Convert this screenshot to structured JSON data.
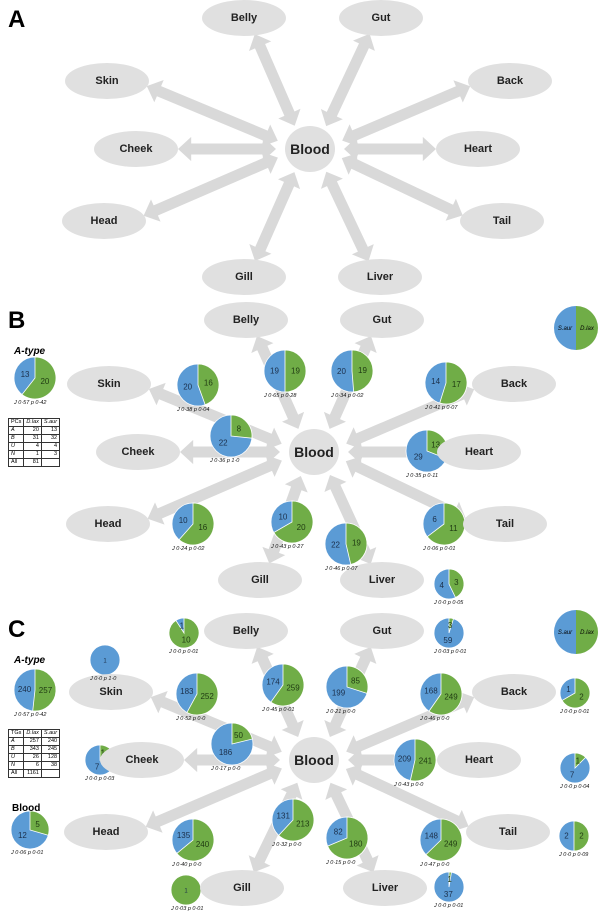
{
  "panels": [
    "A",
    "B",
    "C"
  ],
  "nodes": {
    "blood": "Blood",
    "belly": "Belly",
    "gut": "Gut",
    "skin": "Skin",
    "back": "Back",
    "cheek": "Cheek",
    "heart": "Heart",
    "head": "Head",
    "tail": "Tail",
    "gill": "Gill",
    "liver": "Liver"
  },
  "colors": {
    "blue": "#5b9bd5",
    "green": "#70ad47",
    "node": "#e0e0e0",
    "arrow": "#d9d9d9"
  },
  "atype_label": "A-type",
  "blood_label": "Blood",
  "legend_pie": {
    "left": "S.aur",
    "right": "D.lax"
  },
  "panelB": {
    "atype": {
      "blue": 13,
      "green": 20,
      "stat": "J 0·57  p 0·42"
    },
    "table": {
      "headers": [
        "PCs",
        "D.lax",
        "S.aur"
      ],
      "rows": [
        [
          "A",
          "20",
          "13"
        ],
        [
          "B",
          "31",
          "32"
        ],
        [
          "U",
          "4",
          "4"
        ],
        [
          "N",
          "1",
          "3"
        ],
        [
          "All",
          "81",
          ""
        ]
      ]
    },
    "pies": [
      {
        "tissue": "skin",
        "blue": 20,
        "green": 16,
        "stat": "J 0·38  p 0·04"
      },
      {
        "tissue": "belly",
        "blue": 19,
        "green": 19,
        "stat": "J 0·65  p 0·28"
      },
      {
        "tissue": "gut",
        "blue": 20,
        "green": 19,
        "stat": "J 0·34  p 0·02"
      },
      {
        "tissue": "back",
        "blue": 14,
        "green": 17,
        "stat": "J 0·41  p 0·07"
      },
      {
        "tissue": "cheek",
        "blue": 22,
        "green": 8,
        "stat": "J 0·36  p 1·0"
      },
      {
        "tissue": "heart",
        "blue": 29,
        "green": 13,
        "stat": "J 0·35  p 0·11"
      },
      {
        "tissue": "head",
        "blue": 10,
        "green": 16,
        "stat": "J 0·24  p 0·02"
      },
      {
        "tissue": "gill",
        "blue": 10,
        "green": 20,
        "stat": "J 0·43  p 0·27"
      },
      {
        "tissue": "liver-inner",
        "blue": 22,
        "green": 19,
        "stat": "J 0·46  p 0·07"
      },
      {
        "tissue": "tail",
        "blue": 6,
        "green": 11,
        "stat": "J 0·06  p 0·01"
      },
      {
        "tissue": "liver-outer",
        "blue": 4,
        "green": 3,
        "stat": "J 0·0  p 0·05"
      }
    ]
  },
  "panelC": {
    "atype": {
      "blue": 240,
      "green": 257,
      "stat": "J 0·57  p 0·42"
    },
    "table": {
      "headers": [
        "TGs",
        "D.lax",
        "S.aur"
      ],
      "rows": [
        [
          "A",
          "257",
          "240"
        ],
        [
          "B",
          "343",
          "245"
        ],
        [
          "U",
          "26",
          "128"
        ],
        [
          "N",
          "6",
          "38"
        ],
        [
          "All",
          "1161",
          ""
        ]
      ]
    },
    "blood": {
      "blue": 12,
      "green": 5,
      "stat": "J 0·06  p 0·01"
    },
    "pies": [
      {
        "tissue": "outer-skin",
        "blue": 1,
        "green": 0,
        "stat": "J 0·0  p 1·0"
      },
      {
        "tissue": "outer-belly",
        "blue": 1,
        "green": 10,
        "stat": "J 0·0  p 0·01"
      },
      {
        "tissue": "outer-gut",
        "blue": 59,
        "green": 3,
        "stat": "J 0·03  p 0·01"
      },
      {
        "tissue": "skin",
        "blue": 183,
        "green": 252,
        "stat": "J 0·52  p 0·0"
      },
      {
        "tissue": "belly",
        "blue": 174,
        "green": 259,
        "stat": "J 0·45  p 0·01"
      },
      {
        "tissue": "gut",
        "blue": 199,
        "green": 85,
        "stat": "J 0·21  p 0·0"
      },
      {
        "tissue": "back",
        "blue": 168,
        "green": 249,
        "stat": "J 0·46  p 0·0"
      },
      {
        "tissue": "outer-back",
        "blue": 1,
        "green": 2,
        "stat": "J 0·0  p 0·01"
      },
      {
        "tissue": "outer-cheek",
        "blue": 7,
        "green": 1,
        "stat": "J 0·0  p 0·03"
      },
      {
        "tissue": "cheek",
        "blue": 186,
        "green": 50,
        "stat": "J 0·17  p 0·0"
      },
      {
        "tissue": "heart",
        "blue": 209,
        "green": 241,
        "stat": "J 0·43  p 0·0"
      },
      {
        "tissue": "outer-heart",
        "blue": 7,
        "green": 1,
        "stat": "J 0·0  p 0·04"
      },
      {
        "tissue": "head",
        "blue": 135,
        "green": 240,
        "stat": "J 0·40  p 0·0"
      },
      {
        "tissue": "gill",
        "blue": 131,
        "green": 213,
        "stat": "J 0·32  p 0·0"
      },
      {
        "tissue": "liver-inner",
        "blue": 82,
        "green": 180,
        "stat": "J 0·15  p 0·0"
      },
      {
        "tissue": "tail",
        "blue": 148,
        "green": 249,
        "stat": "J 0·47  p 0·0"
      },
      {
        "tissue": "outer-tail",
        "blue": 2,
        "green": 2,
        "stat": "J 0·0  p 0·09"
      },
      {
        "tissue": "outer-gill",
        "blue": 0,
        "green": 1,
        "stat": "J 0·03  p 0·01"
      },
      {
        "tissue": "outer-liver",
        "blue": 37,
        "green": 1,
        "stat": "J 0·0  p 0·01"
      }
    ]
  }
}
